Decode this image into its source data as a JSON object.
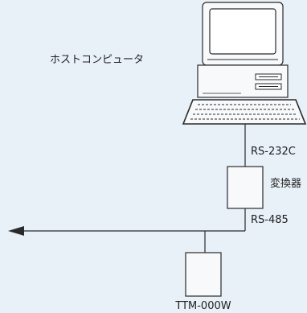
{
  "diagram": {
    "host_label": "ホストコンピュータ",
    "serial_top_label": "RS-232C",
    "converter_label": "変換器",
    "serial_bottom_label": "RS-485",
    "device_label": "TTM-000W"
  },
  "colors": {
    "background": "#e8f0f8",
    "line": "#2a2a2a",
    "box_fill": "#f7f9fb"
  }
}
